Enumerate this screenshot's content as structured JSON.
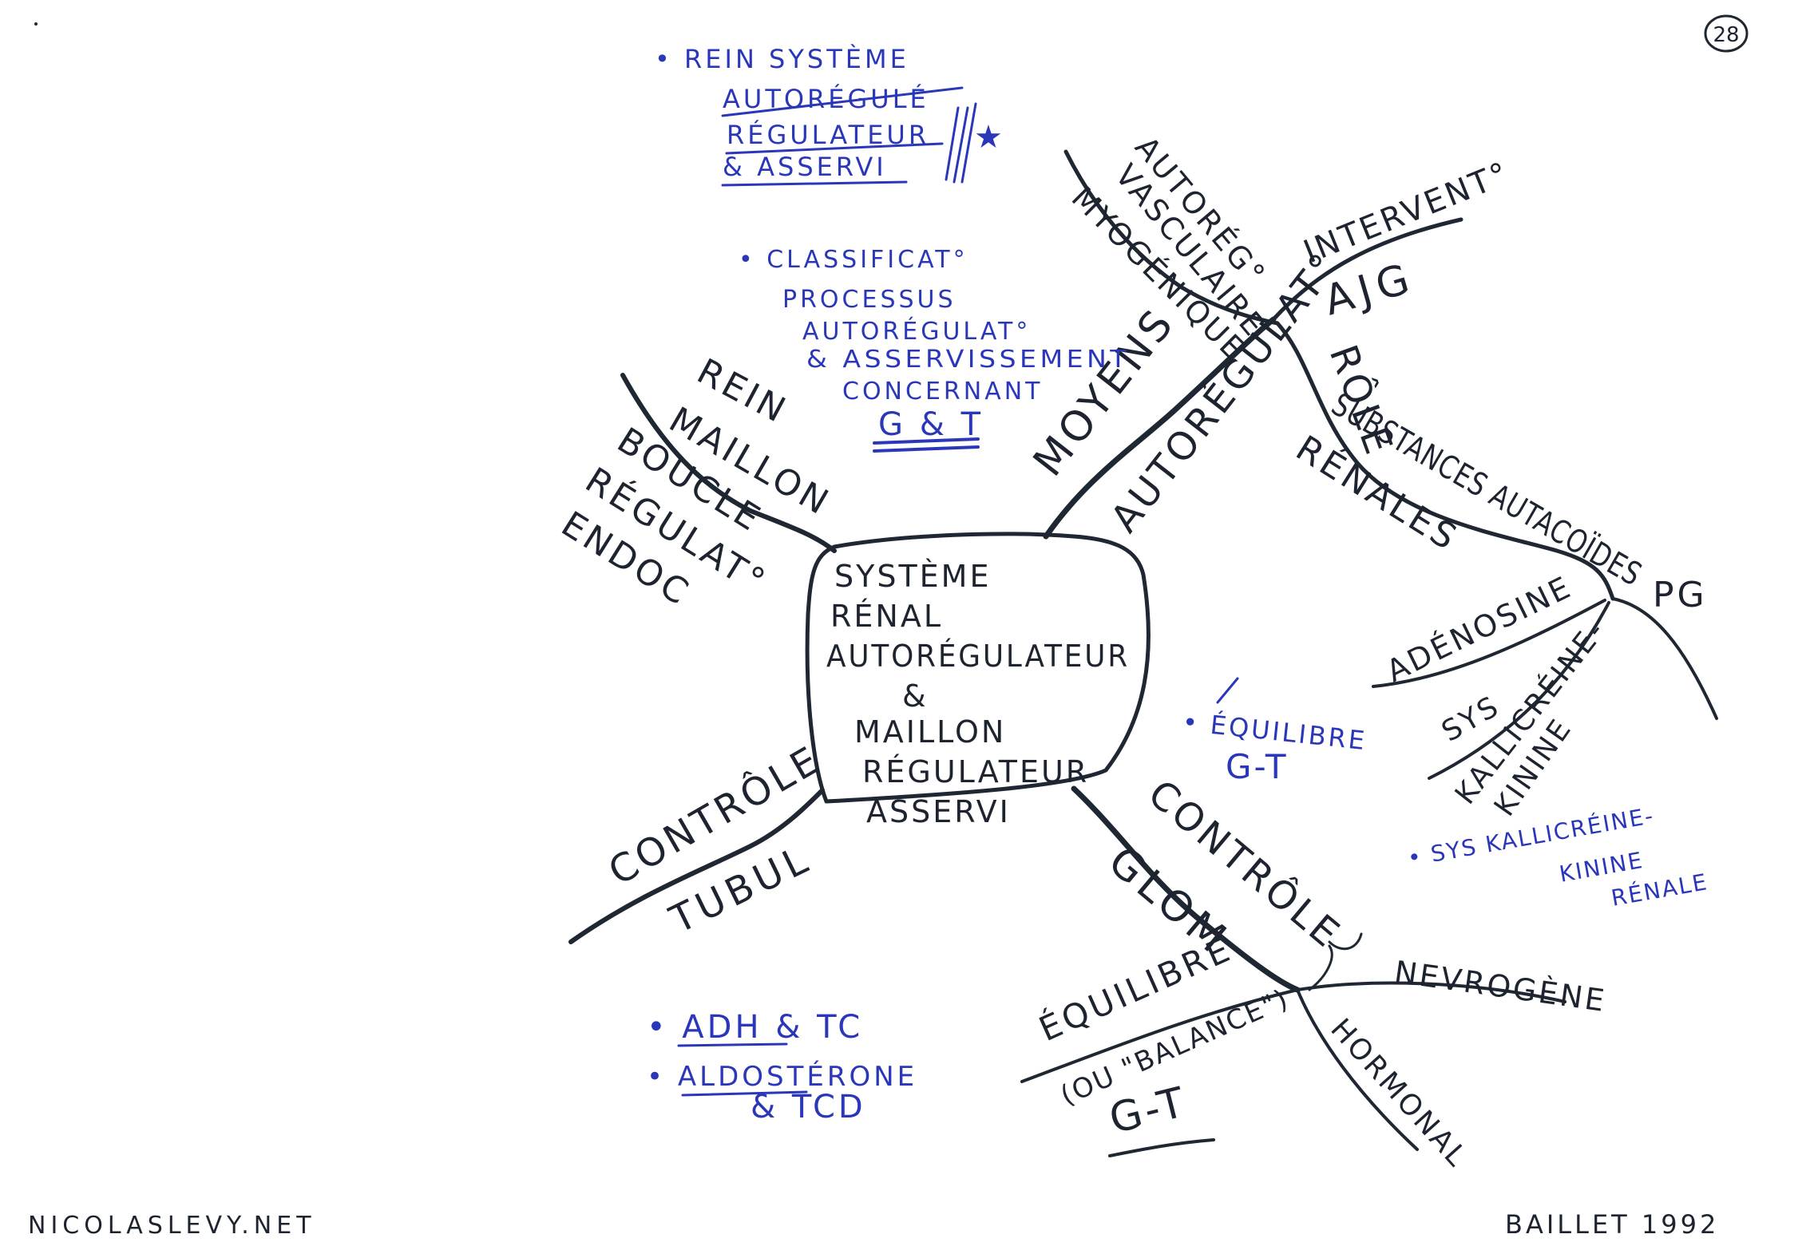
{
  "page_number": "28",
  "center_node": {
    "lines": [
      "SYSTÈME",
      "RÉNAL",
      "AUTORÉGULATEUR",
      "&",
      "MAILLON",
      "RÉGULATEUR",
      "ASSERVI"
    ]
  },
  "branches": {
    "top_left": {
      "lines": [
        "REIN",
        "MAILLON",
        "BOUCLE",
        "RÉGULAT°",
        "ENDOC"
      ]
    },
    "moyens": {
      "label": "MOYENS",
      "sub": "AUTORÉGULAT°"
    },
    "autoreg_vasc": {
      "lines": [
        "AUTORÉG°",
        "VASCULAIRE",
        "MYOGÉNIQUE"
      ]
    },
    "intervent": {
      "lines": [
        "INTERVENT°",
        "AJG"
      ]
    },
    "role": {
      "lines": [
        "RÔLE",
        "SUBSTANCES AUTACOÏDES",
        "RÉNALES"
      ]
    },
    "pg": "PG",
    "adenosine": "ADÉNOSINE",
    "sys_kk": {
      "lines": [
        "SYS",
        "KALLICRÉINE-",
        "KININE"
      ]
    },
    "controle_tubul": {
      "lines": [
        "CONTRÔLE",
        "TUBUL"
      ]
    },
    "controle_glom": {
      "lines": [
        "CONTRÔLE",
        "GLOM"
      ]
    },
    "equilibre": {
      "lines": [
        "ÉQUILIBRE",
        "(OU \"BALANCE\")",
        "G-T"
      ]
    },
    "nevrogene": "NEVROGÈNE",
    "hormonal": "HORMONAL"
  },
  "blue_notes": {
    "top": [
      "• REIN SYSTÈME",
      "AUTORÉGULÉ",
      "RÉGULATEUR",
      "& ASSERVI"
    ],
    "classif": [
      "• CLASSIFICAT°",
      "PROCESSUS",
      "AUTORÉGULAT°",
      "& ASSERVISSEMENT",
      "CONCERNANT",
      "G & T"
    ],
    "equilibre_gt": [
      "• ÉQUILIBRE",
      "G-T"
    ],
    "sys_kk_renale": [
      "• SYS KALLICRÉINE-",
      "KININE",
      "RÉNALE"
    ],
    "adh": [
      "• ADH & TC",
      "• ALDOSTÉRONE",
      "& TCD"
    ],
    "star": "★"
  },
  "footer": {
    "left": "NICOLASLEVY.NET",
    "right": "BAILLET 1992"
  },
  "colors": {
    "ink_black": "#1f2733",
    "ink_blue": "#2a37b8",
    "paper": "#ffffff"
  }
}
